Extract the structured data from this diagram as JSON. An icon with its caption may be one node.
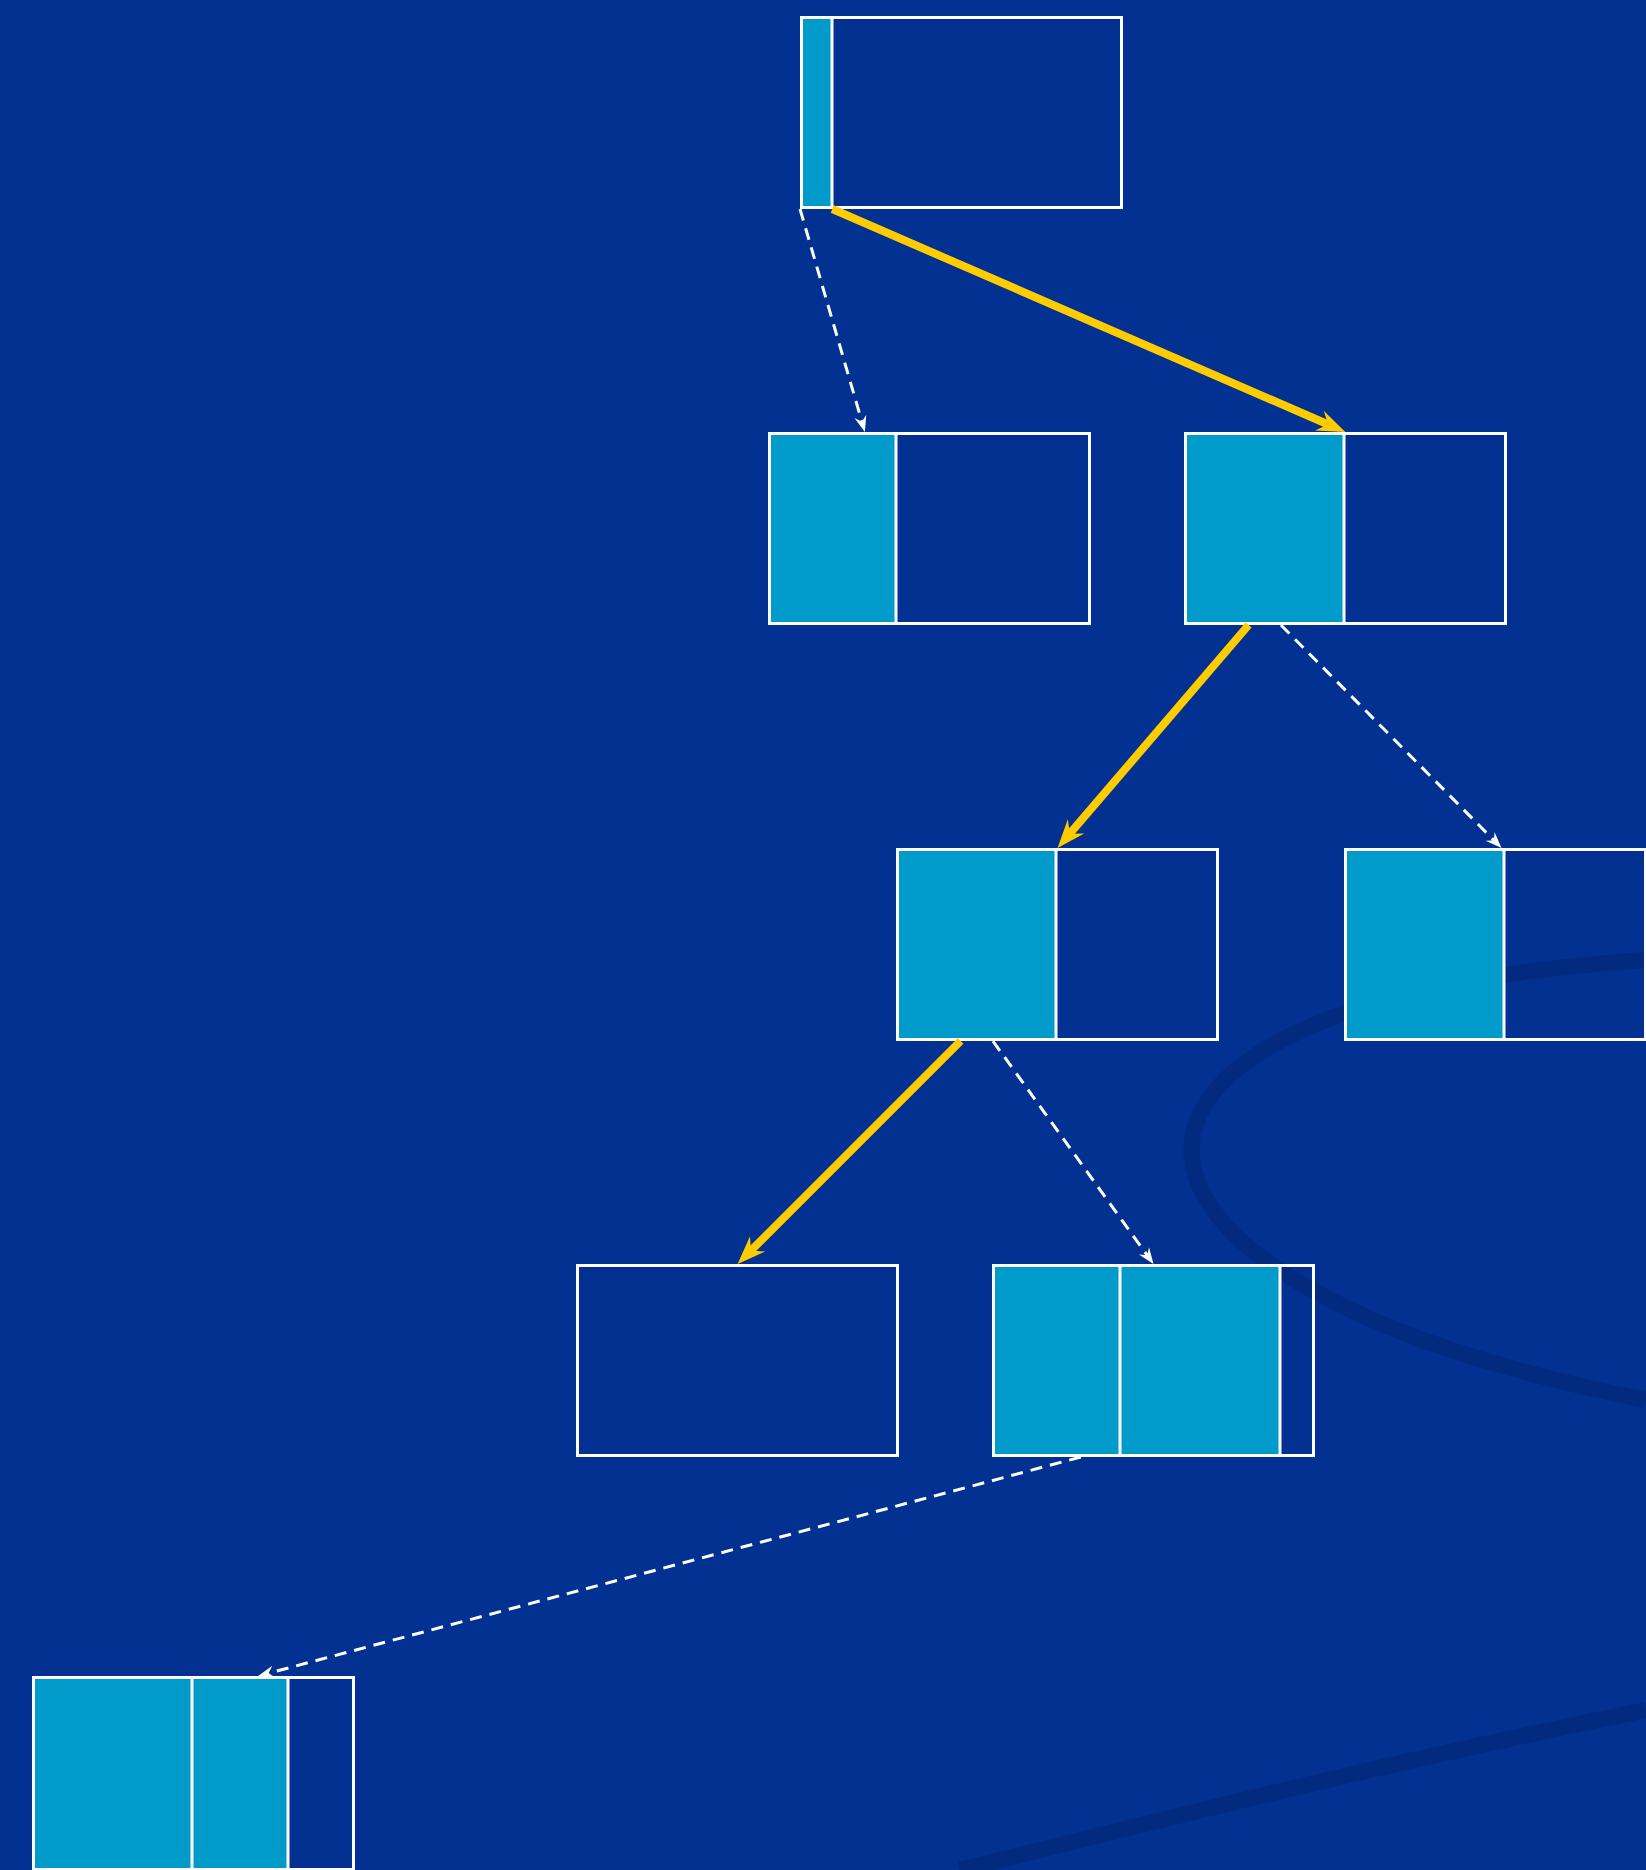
{
  "diagram": {
    "nodes": [
      {
        "text": [],
        "shape": "box"
      },
      {
        "text": [],
        "shape": "box"
      },
      {
        "text": [],
        "shape": "box"
      },
      {
        "text": [],
        "shape": "box"
      },
      {
        "text": [],
        "shape": "box"
      },
      {
        "text": [],
        "shape": "box"
      },
      {
        "text": [],
        "shape": "box"
      },
      {
        "text": [],
        "shape": "box"
      }
    ],
    "edges": [
      {
        "from": 0,
        "to": 1,
        "arrow": "to",
        "style": "dashed"
      },
      {
        "from": 0,
        "to": 2,
        "arrow": "to",
        "style": "thick",
        "color": "#ffcc00"
      },
      {
        "from": 2,
        "to": 3,
        "arrow": "to",
        "style": "thick",
        "color": "#ffcc00"
      },
      {
        "from": 2,
        "to": 4,
        "arrow": "to",
        "style": "dashed"
      },
      {
        "from": 3,
        "to": 5,
        "arrow": "to",
        "style": "thick",
        "color": "#ffcc00"
      },
      {
        "from": 3,
        "to": 6,
        "arrow": "to",
        "style": "dashed"
      },
      {
        "from": 6,
        "to": 7,
        "arrow": "to",
        "style": "dashed"
      }
    ]
  }
}
